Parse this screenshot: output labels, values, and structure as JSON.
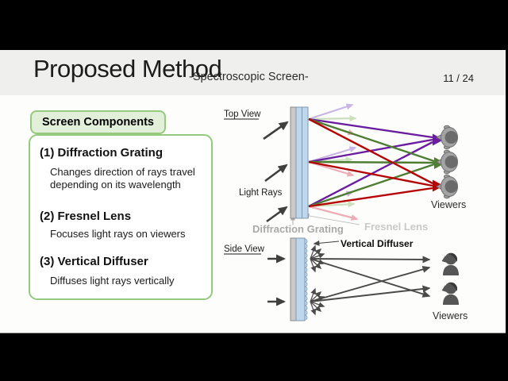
{
  "header": {
    "title": "Proposed Method",
    "subtitle": "-Spectroscopic Screen-",
    "page_number": "11 / 24"
  },
  "panel": {
    "tab_label": "Screen Components",
    "items": [
      {
        "heading": "(1) Diffraction Grating",
        "desc": "Changes direction of rays travel\ndepending on its wavelength"
      },
      {
        "heading": "(2) Fresnel Lens",
        "desc": "Focuses light rays on viewers"
      },
      {
        "heading": "(3) Vertical Diffuser",
        "desc": "Diffuses light rays vertically"
      }
    ]
  },
  "diagram": {
    "top_view": {
      "title": "Top View",
      "light_rays_label": "Light Rays",
      "grating_label": "Diffraction Grating",
      "lens_label": "Fresnel Lens",
      "viewers_label": "Viewers"
    },
    "side_view": {
      "title": "Side View",
      "diffuser_label": "Vertical Diffuser",
      "viewers_label": "Viewers"
    }
  },
  "colors": {
    "letterbox": "#000000",
    "slide_bg": "#fdfdfc",
    "header_bg": "#efefee",
    "panel_green_border": "#94c97e",
    "panel_green_fill": "#e2f0d9",
    "ray_purple": "#6a1d9e",
    "ray_green": "#4e7e32",
    "ray_red": "#b40404",
    "ray_lavender": "#c9b6e6",
    "ray_light_green": "#cbdfbd",
    "ray_pink": "#edacb6",
    "arrow_dark": "#3f3f3f",
    "screen_gray": "#c9c9c9",
    "screen_blue": "#bdd7ee"
  }
}
